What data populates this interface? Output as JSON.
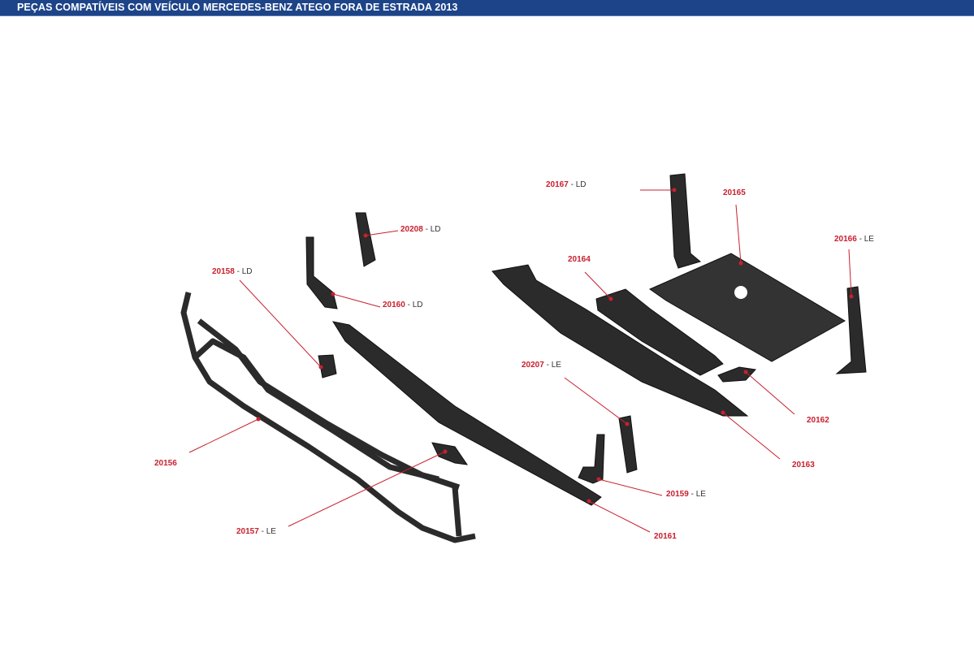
{
  "header": {
    "title": "PEÇAS COMPATÍVEIS COM VEÍCULO MERCEDES-BENZ ATEGO FORA DE ESTRADA 2013"
  },
  "colors": {
    "header_bg": "#1d4488",
    "callout": "#c8202f",
    "part": "#2a2a2a"
  },
  "parts": [
    {
      "code": "20167",
      "side": " - LD"
    },
    {
      "code": "20165",
      "side": ""
    },
    {
      "code": "20166",
      "side": "  - LE"
    },
    {
      "code": "20208",
      "side": " - LD"
    },
    {
      "code": "20158",
      "side": " - LD"
    },
    {
      "code": "20164",
      "side": ""
    },
    {
      "code": "20160",
      "side": " - LD"
    },
    {
      "code": "20207",
      "side": " - LE"
    },
    {
      "code": "20162",
      "side": ""
    },
    {
      "code": "20156",
      "side": ""
    },
    {
      "code": "20163",
      "side": ""
    },
    {
      "code": "20159",
      "side": " - LE"
    },
    {
      "code": "20157",
      "side": " - LE"
    },
    {
      "code": "20161",
      "side": ""
    }
  ]
}
